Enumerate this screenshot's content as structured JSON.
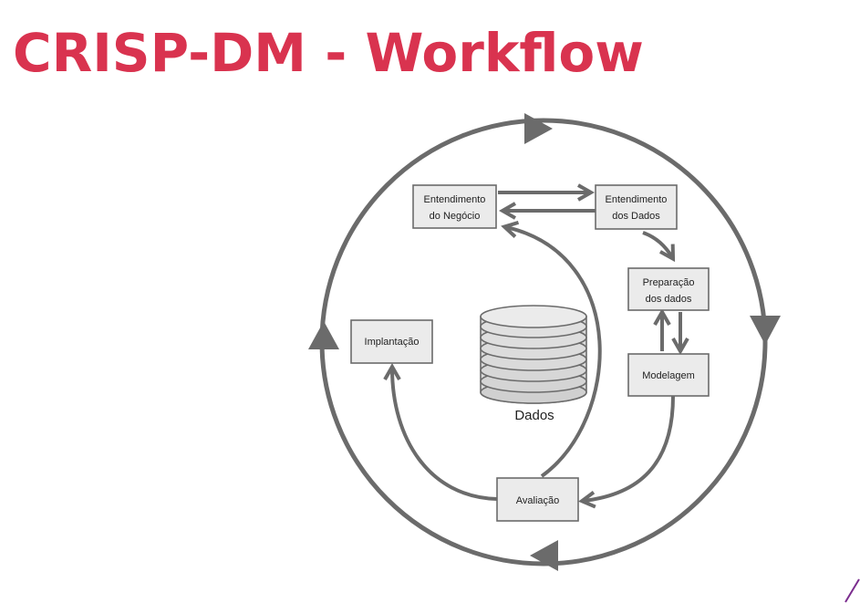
{
  "title": "CRISP-DM - Workflow",
  "colors": {
    "title": "#d9334f",
    "line": "#6b6b6b",
    "box_fill": "#ebebeb",
    "accent_corner": "#7b2d8e"
  },
  "diagram": {
    "phases": {
      "business_understanding": [
        "Entendimento",
        "do Negócio"
      ],
      "data_understanding": [
        "Entendimento",
        "dos Dados"
      ],
      "data_preparation": [
        "Preparação",
        "dos dados"
      ],
      "modeling": [
        "Modelagem"
      ],
      "evaluation": [
        "Avaliação"
      ],
      "deployment": [
        "Implantação"
      ]
    },
    "data_label": "Dados"
  }
}
